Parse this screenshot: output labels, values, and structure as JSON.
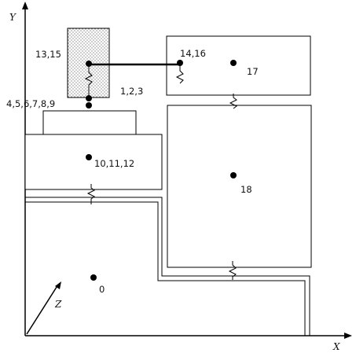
{
  "axes": {
    "x_label": "X",
    "y_label": "Y",
    "z_label": "Z"
  },
  "points": {
    "p13_15": "13,15",
    "p14_16": "14,16",
    "p17": "17",
    "p1_2_3": "1,2,3",
    "p4_9": "4,5,6,7,8,9",
    "p10_12": "10,11,12",
    "p18": "18",
    "p0": "0"
  },
  "colors": {
    "stroke": "#000000",
    "shaded_block_fill": "#e6e6e6",
    "background": "#ffffff"
  }
}
